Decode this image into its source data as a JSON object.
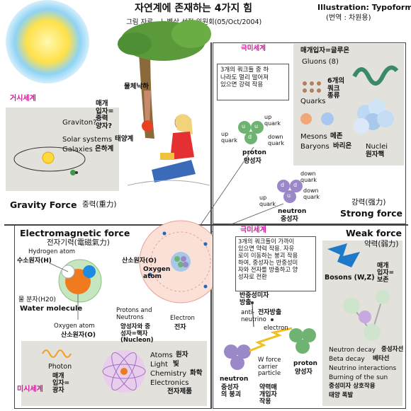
{
  "header": {
    "title": "자연계에 존재하는 4가지 힘",
    "subtitle": "그림 자료 – 노벨상 선정 위원회(05/Oct/2004)",
    "credit": "Illustration: Typoform",
    "translator": "(번역 : 차원용)"
  },
  "gravity": {
    "macro_label": "거시세계",
    "falling_label": "물체낙하",
    "graviton": "Graviton?",
    "mediator": "매개\n입자=\n중력\n양자?",
    "solar": "Solar systems",
    "solar_ko": "태양계",
    "galaxies": "Galaxies",
    "galaxies_ko": "은하계",
    "force_title": "Gravity Force",
    "force_ko": "중력(重力)"
  },
  "strong": {
    "micro_label": "극미세계",
    "note": "3개의 쿼크들 중 하\n나라도 멀리 떨어져\n있으면 강력 작용",
    "mediator": "매개입자=글루온",
    "gluons": "Gluons (8)",
    "quark_types": "6개의\n쿼크\n종류",
    "quarks": "Quarks",
    "mesons": "Mesons",
    "mesons_ko": "메존",
    "baryons": "Baryons",
    "baryons_ko": "바리온",
    "nuclei": "Nuclei",
    "nuclei_ko": "원자핵",
    "up_quark_1": "up\nquark",
    "up_quark_2": "up\nquark",
    "down_quark_1": "down\nquark",
    "proton": "proton",
    "proton_ko": "양성자",
    "down_quark_2": "down\nquark",
    "down_quark_3": "down\nquark",
    "up_quark_3": "up\nquark",
    "neutron": "neutron",
    "neutron_ko": "중성자",
    "force_ko": "강력(强力)",
    "force_title": "Strong force"
  },
  "electromagnetic": {
    "force_title": "Electromagnetic force",
    "force_ko": "전자기력(電磁氣力)",
    "hydrogen": "Hydrogen atom",
    "hydrogen_ko": "수소원자(H)",
    "water_ko": "물 분자(H20)",
    "water": "Water molecule",
    "oxygen_atom": "Oxygen atom",
    "oxygen_atom_ko": "산소원자(O)",
    "photon": "Photon",
    "mediator": "매개\n입자=\n광자",
    "atoms": "Atoms",
    "atoms_ko": "원자",
    "light": "Light",
    "light_ko": "빛",
    "chemistry": "Chemistry",
    "chemistry_ko": "화학",
    "electronics": "Electronics",
    "electronics_ko": "전자제품",
    "micro_label": "미시세계"
  },
  "center": {
    "oxygen_ko": "산소원자(O)",
    "oxygen": "Oxygen\natom",
    "protons_neutrons": "Protons and\nNeutrons",
    "nucleon_ko": "양성자와 중\n성자=핵자\n(Nucleon)",
    "electron": "Electron",
    "electron_ko": "전자"
  },
  "weak": {
    "micro_label": "극미세계",
    "note": "3개의 쿼크들이 가까이\n있으면 약력 작용. 자유\n로이 이동하는 붕괴 작용\n하여, 중성자는 반중성미\n자와 전자를 방출하고 양\n성자로 전환",
    "force_title": "Weak force",
    "force_ko": "약력(弱力)",
    "bosons": "Bosons (W,Z)",
    "mediator": "매개\n입자=\n보존",
    "antineutrino_ko": "반중성미자\n방출",
    "antineutrino": "anti-\nneutrino",
    "electron_emit_ko": "전자방출",
    "electron": "electron",
    "neutron": "neutron",
    "neutron_decay_ko": "중성자\n의 붕괴",
    "w_force": "W force\ncarrier\nparticle",
    "w_force_ko": "약력매\n개입자\n작용",
    "proton": "proton",
    "proton_ko": "양성자",
    "decay1": "Neutron decay",
    "decay1_ko": "중성자선",
    "decay2": "Beta decay",
    "decay2_ko": "베타선",
    "decay3": "Neutrino interactions",
    "decay4": "Burning of the sun",
    "decay5_ko": "중성미자 상호작용",
    "decay6_ko": "태양 폭발"
  },
  "quark_letters": {
    "u": "u",
    "d": "d"
  },
  "colors": {
    "magenta": "#d0189a",
    "panel_grey": "#e3e1dc",
    "quark_green": "#6fb373",
    "quark_purple": "#9b88c8",
    "orange": "#f07a1e",
    "sun": "#ffd93d"
  }
}
